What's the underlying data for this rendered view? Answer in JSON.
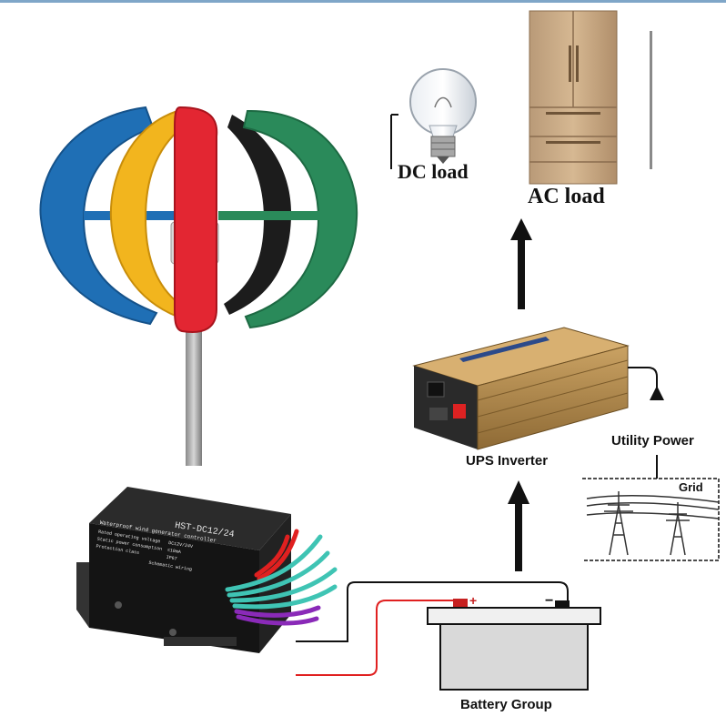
{
  "labels": {
    "dc_load": "DC load",
    "ac_load": "AC load",
    "ups_inverter": "UPS Inverter",
    "utility_power": "Utility Power",
    "grid": "Grid",
    "battery_group": "Battery Group"
  },
  "controller": {
    "model": "HST-DC12/24",
    "subtitle": "Waterproof wind generator controller",
    "spec_1": "Rated operating voltage   DC12V/24V",
    "spec_2": "Static power consumption  ≤10mA",
    "spec_3": "Protection class          IP67",
    "wiring_title": "Schematic wiring"
  },
  "battery": {
    "plus": "+",
    "minus": "−"
  },
  "colors": {
    "blade_blue": "#1f6fb5",
    "blade_yellow": "#f2b51e",
    "blade_red": "#e32632",
    "blade_black": "#1c1c1c",
    "blade_green": "#2a8a5a",
    "wire_red": "#e02020",
    "wire_teal": "#3fc4b4",
    "inverter_gold": "#b88d4a",
    "fridge": "#c8a684"
  }
}
